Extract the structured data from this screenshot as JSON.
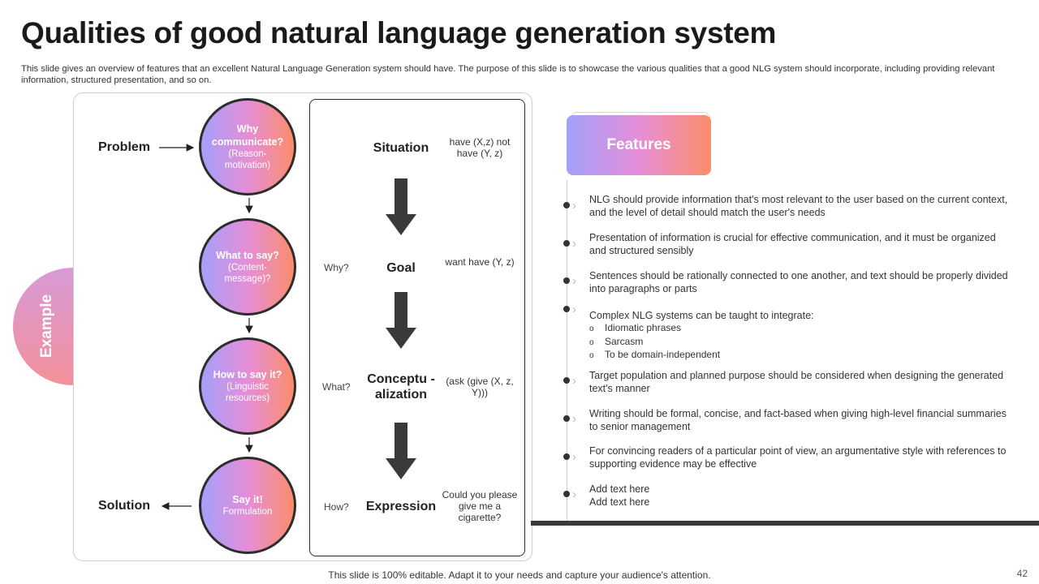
{
  "title": "Qualities of good natural language generation system",
  "subtitle": "This slide gives an overview of features that an excellent Natural Language Generation system should have. The purpose of this slide is to showcase the various qualities that a good NLG system should incorporate, including providing relevant information, structured presentation, and so on.",
  "example_label": "Example",
  "diagram": {
    "problem": "Problem",
    "solution": "Solution",
    "circles": [
      {
        "title": "Why communicate?",
        "sub": "(Reason-motivation)"
      },
      {
        "title": "What to say?",
        "sub": "(Content-message)?"
      },
      {
        "title": "How to say it?",
        "sub": "(Linguistic resources)"
      },
      {
        "title": "Say it!",
        "sub": "Formulation"
      }
    ],
    "stages": [
      {
        "question": "",
        "label": "Situation",
        "note": "have (X,z) not have (Y, z)"
      },
      {
        "question": "Why?",
        "label": "Goal",
        "note": "want have (Y, z)"
      },
      {
        "question": "What?",
        "label": "Conceptu - alization",
        "note": "(ask (give (X, z, Y)))"
      },
      {
        "question": "How?",
        "label": "Expression",
        "note": "Could you please give me a cigarette?"
      }
    ]
  },
  "features": {
    "heading": "Features",
    "items": [
      "NLG should provide information that's most relevant to the user based on the current context, and the level of detail should match the user's needs",
      "Presentation of information is crucial for effective communication, and it must be organized and structured sensibly",
      "Sentences should be rationally connected to one another, and text should be properly divided into paragraphs or parts",
      "Complex NLG systems can be taught to integrate:",
      "Target population and planned purpose should be considered when designing the generated text's manner",
      "Writing should be formal, concise, and fact-based when giving high-level financial summaries to senior management",
      "For convincing readers of a particular point of view, an argumentative style with references to supporting evidence may be effective",
      "Add text here\nAdd text here"
    ],
    "subitems": [
      "Idiomatic phrases",
      "Sarcasm",
      "To be domain-independent"
    ]
  },
  "footer": "This slide is 100% editable. Adapt it to your needs and capture your audience's attention.",
  "page_number": "42",
  "colors": {
    "gradient_start": "#a3a0fb",
    "gradient_mid": "#e58ed7",
    "gradient_end": "#fb8d6a",
    "example_tab": "#f4909a"
  }
}
